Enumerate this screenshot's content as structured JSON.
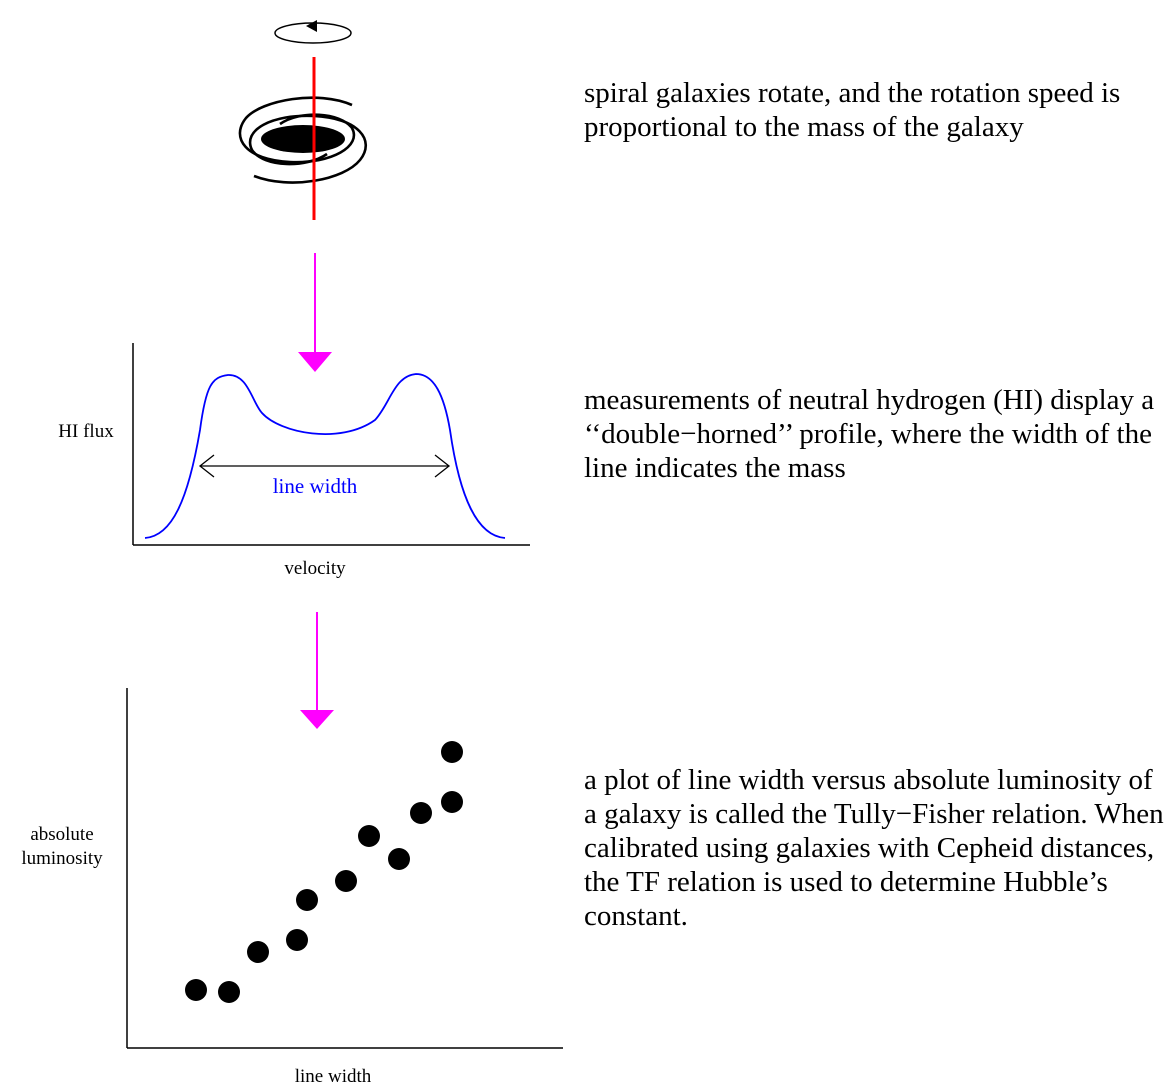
{
  "galaxy_text": "spiral galaxies rotate, and the rotation speed is proportional to the mass of the galaxy",
  "hi_text": "measurements of neutral hydrogen (HI) display a ‘‘double−horned’’ profile, where the width of the line indicates the mass",
  "tf_text": "a plot of line width versus absolute luminosity of a galaxy is called the Tully−Fisher relation.  When calibrated using galaxies with Cepheid distances, the TF relation is used to determine Hubble’s constant.",
  "hi_profile": {
    "ylabel": "HI flux",
    "xlabel": "velocity",
    "line_width_label": "line width"
  },
  "tf_plot": {
    "ylabel": "absolute luminosity",
    "xlabel": "line width"
  },
  "colors": {
    "rotation_axis": "#ff0000",
    "arrows": "#ff00ff",
    "profile_line": "#0000ff",
    "ink": "#000000"
  }
}
